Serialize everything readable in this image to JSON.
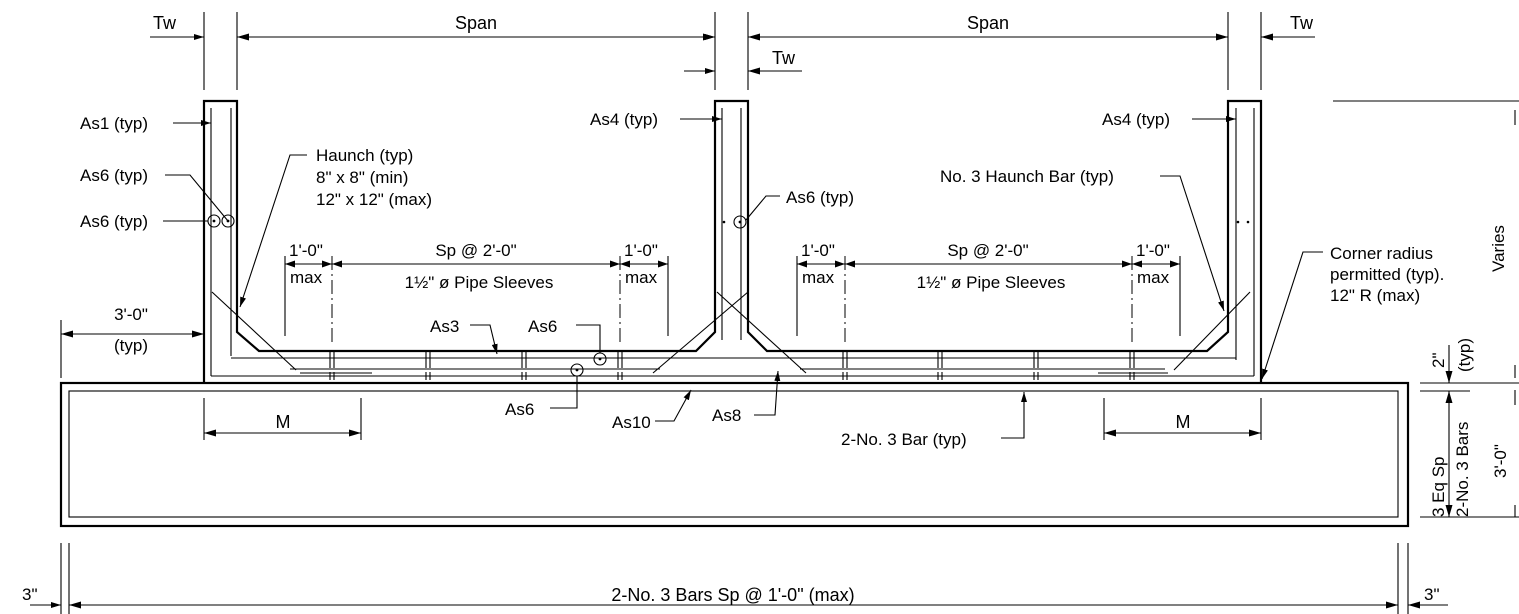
{
  "labels": {
    "tw_left": "Tw",
    "span_left": "Span",
    "span_right": "Span",
    "tw_right": "Tw",
    "tw_mid": "Tw",
    "as1": "As1 (typ)",
    "as6_a": "As6 (typ)",
    "as6_b": "As6 (typ)",
    "haunch_1": "Haunch (typ)",
    "haunch_2": "8\" x 8\" (min)",
    "haunch_3": "12\" x 12\" (max)",
    "as4_mid": "As4 (typ)",
    "as6_mid": "As6 (typ)",
    "as4_right": "As4 (typ)",
    "haunch_bar": "No. 3 Haunch Bar (typ)",
    "varies": "Varies",
    "corner_1": "Corner radius",
    "corner_2": "permitted (typ).",
    "corner_3": "12\" R (max)",
    "left_1ft": "1'-0\"",
    "left_max": "max",
    "left_sp": "Sp @ 2'-0\"",
    "left_pipe": "1½\" ø Pipe Sleeves",
    "left_1ft_b": "1'-0\"",
    "left_max_b": "max",
    "right_1ft": "1'-0\"",
    "right_max": "max",
    "right_sp": "Sp @ 2'-0\"",
    "right_pipe": "1½\" ø Pipe Sleeves",
    "right_1ft_b": "1'-0\"",
    "right_max_b": "max",
    "dim_3ft": "3'-0\"",
    "dim_typ": "(typ)",
    "as3": "As3",
    "as6_c": "As6",
    "as6_d": "As6",
    "as10": "As10",
    "as8": "As8",
    "bar_typ": "2-No. 3 Bar (typ)",
    "m_left": "M",
    "m_right": "M",
    "two_in": "2\"",
    "two_in_typ": "(typ)",
    "eq_sp": "3 Eq Sp",
    "no3_bars": "2-No. 3 Bars",
    "three_ft": "3'-0\"",
    "three_in_left": "3\"",
    "three_in_right": "3\"",
    "bottom_bars": "2-No. 3 Bars Sp @ 1'-0\" (max)"
  }
}
